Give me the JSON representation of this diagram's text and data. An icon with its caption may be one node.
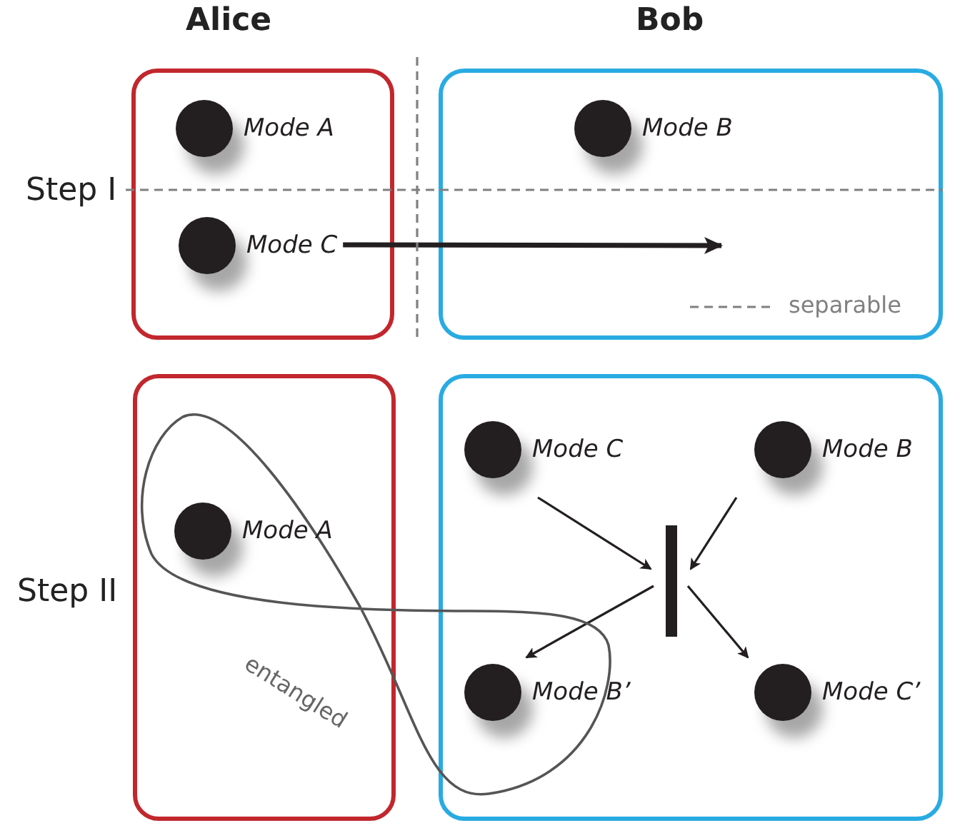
{
  "diagram": {
    "nodes": [
      {
        "text": [],
        "shape": "box"
      },
      {
        "text": [],
        "shape": "circle",
        "beside": [
          "Mode A"
        ],
        "in": 0
      },
      {
        "text": [],
        "shape": "circle",
        "beside": [
          "Mode C"
        ],
        "in": 0
      },
      {
        "text": [],
        "shape": "box"
      },
      {
        "text": [],
        "shape": "circle",
        "beside": [
          "Mode B"
        ],
        "in": 3
      },
      {
        "text": [],
        "shape": "box"
      },
      {
        "text": [],
        "shape": "circle",
        "beside": [
          "Mode A"
        ],
        "in": 5
      },
      {
        "text": [],
        "shape": "box"
      },
      {
        "text": [],
        "shape": "circle",
        "beside": [
          "Mode C"
        ],
        "in": 7
      },
      {
        "text": [],
        "shape": "circle",
        "beside": [
          "Mode B"
        ],
        "in": 7
      },
      {
        "text": [],
        "shape": "bar",
        "in": 7
      },
      {
        "text": [],
        "shape": "circle",
        "beside": [
          "Mode B’"
        ],
        "in": 7
      },
      {
        "text": [],
        "shape": "circle",
        "beside": [
          "Mode C’"
        ],
        "in": 7
      }
    ],
    "edges": [
      {
        "from": 2,
        "to": null,
        "arrow": "to",
        "style": "thick"
      },
      {
        "from": 8,
        "to": 10,
        "arrow": "to"
      },
      {
        "from": 9,
        "to": 10,
        "arrow": "to"
      },
      {
        "from": 10,
        "to": 11,
        "arrow": "to"
      },
      {
        "from": 10,
        "to": 12,
        "arrow": "to"
      }
    ],
    "labels": [
      "Alice",
      "Bob",
      "Step I",
      "Step II",
      "entangled"
    ],
    "legend": [
      {
        "text": "separable"
      }
    ]
  }
}
